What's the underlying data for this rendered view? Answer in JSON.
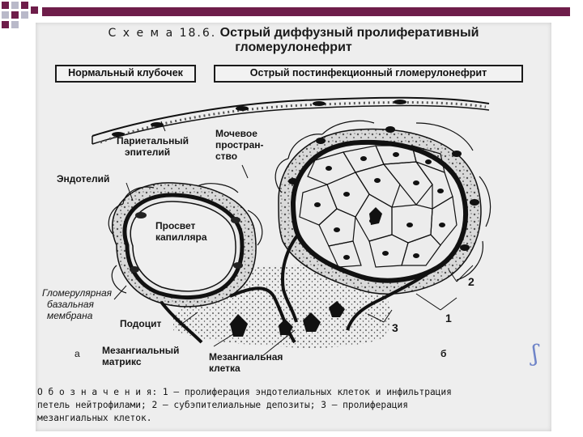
{
  "slide": {
    "accent_color": "#6e1d4a",
    "deco_colors": [
      "#6e1d4a",
      "#b9b9c9",
      "#6e1d4a",
      "#b9b9c9",
      "#6e1d4a",
      "#b9b9c9"
    ]
  },
  "figure": {
    "title_lead": "С х е м а 18.6.",
    "title_main": "Острый диффузный пролиферативный",
    "title_line2": "гломерулонефрит",
    "box_normal": "Нормальный клубочек",
    "box_acute": "Острый постинфекционный гломерулонефрит",
    "labels": {
      "parietal_1": "Париетальный",
      "parietal_2": "эпителий",
      "urinary_1": "Мочевое",
      "urinary_2": "простран-",
      "urinary_3": "ство",
      "endothelium": "Эндотелий",
      "lumen_1": "Просвет",
      "lumen_2": "капилляра",
      "gbm_1": "Гломерулярная",
      "gbm_2": "базальная",
      "gbm_3": "мембрана",
      "podocyte": "Подоцит",
      "panel_a": "а",
      "panel_b": "б",
      "matrix_1": "Мезангиальный",
      "matrix_2": "матрикс",
      "mes_cell_1": "Мезангиальная",
      "mes_cell_2": "клетка",
      "num_1": "1",
      "num_2": "2",
      "num_3": "3"
    },
    "legend_lines": [
      "О б о з н а ч е н и я: 1 — пролиферация эндотелиальных клеток и инфильтрация",
      "петель нейтрофилами; 2 — субэпителиальные депозиты; 3 — пролиферация",
      "мезангиальных клеток."
    ]
  }
}
